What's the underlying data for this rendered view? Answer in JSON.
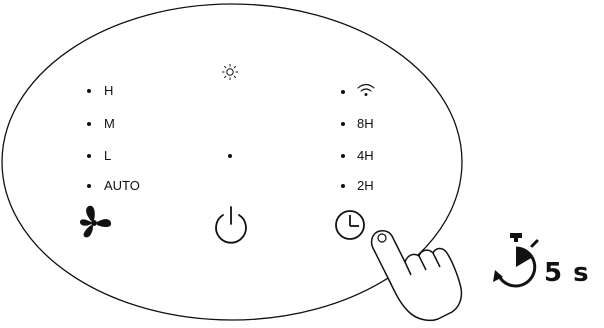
{
  "panel": {
    "left_column": [
      {
        "label": "H"
      },
      {
        "label": "M"
      },
      {
        "label": "L"
      },
      {
        "label": "AUTO"
      }
    ],
    "right_column": [
      {
        "label": "",
        "icon": "wifi-icon"
      },
      {
        "label": "8H"
      },
      {
        "label": "4H"
      },
      {
        "label": "2H"
      }
    ],
    "center_indicator_icon": "sun-brightness-icon",
    "buttons": {
      "fan": {
        "icon": "fan-icon"
      },
      "power": {
        "icon": "power-icon"
      },
      "timer": {
        "icon": "clock-icon"
      }
    }
  },
  "callout": {
    "hold_duration": "5 s",
    "icons": [
      "hand-pointer-icon",
      "stopwatch-icon"
    ]
  },
  "colors": {
    "line": "#111111",
    "background": "#ffffff"
  }
}
